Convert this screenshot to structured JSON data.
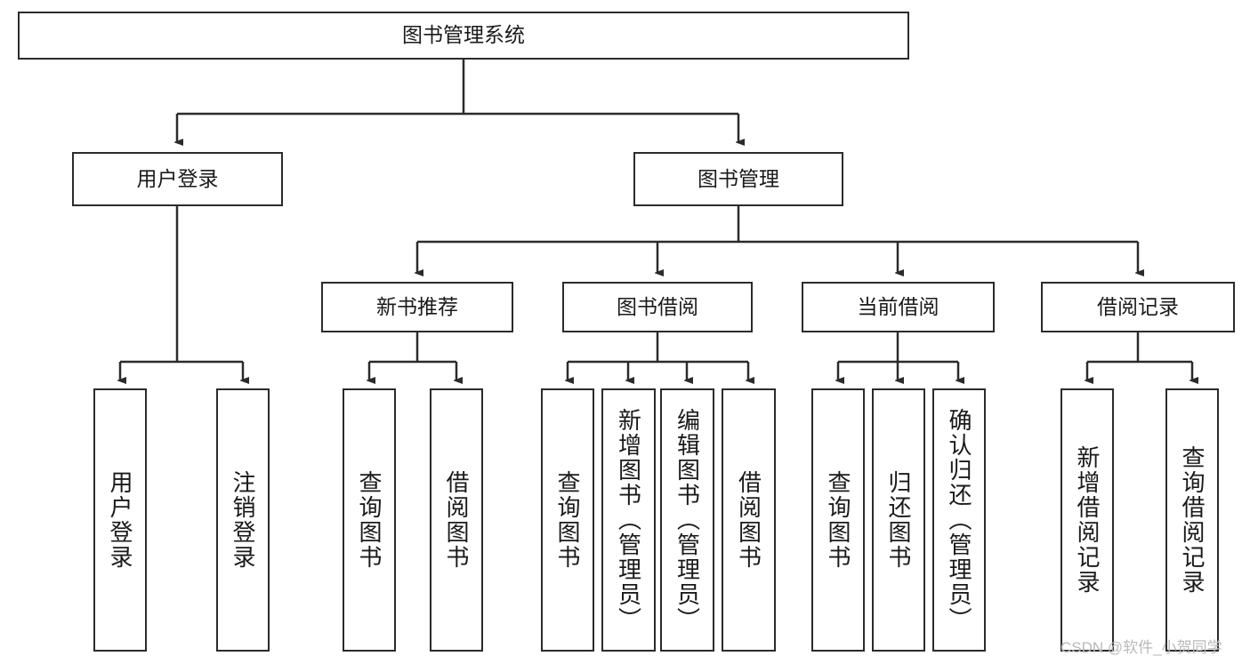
{
  "diagram": {
    "title_text": "图书管理系统",
    "type": "tree-hierarchy-diagram",
    "stroke_color": "#2b2b2b",
    "fill_color": "#ffffff",
    "text_color": "#1a1a1a",
    "nodes": {
      "root": {
        "label": "图书管理系统"
      },
      "level2": [
        {
          "label": "用户登录"
        },
        {
          "label": "图书管理"
        }
      ],
      "level3": [
        {
          "label": "新书推荐"
        },
        {
          "label": "图书借阅"
        },
        {
          "label": "当前借阅"
        },
        {
          "label": "借阅记录"
        }
      ],
      "leaves": [
        {
          "label": "用户登录",
          "parent": "用户登录"
        },
        {
          "label": "注销登录",
          "parent": "用户登录"
        },
        {
          "label": "查询图书",
          "parent": "新书推荐"
        },
        {
          "label": "借阅图书",
          "parent": "新书推荐"
        },
        {
          "label": "查询图书",
          "parent": "图书借阅"
        },
        {
          "label": "新增图书（管理员）",
          "parent": "图书借阅"
        },
        {
          "label": "编辑图书（管理员）",
          "parent": "图书借阅"
        },
        {
          "label": "借阅图书",
          "parent": "图书借阅"
        },
        {
          "label": "查询图书",
          "parent": "当前借阅"
        },
        {
          "label": "归还图书",
          "parent": "当前借阅"
        },
        {
          "label": "确认归还（管理员）",
          "parent": "当前借阅"
        },
        {
          "label": "新增借阅记录",
          "parent": "借阅记录"
        },
        {
          "label": "查询借阅记录",
          "parent": "借阅记录"
        }
      ]
    }
  },
  "watermark": {
    "text": "CSDN @软件_小贺同学"
  }
}
